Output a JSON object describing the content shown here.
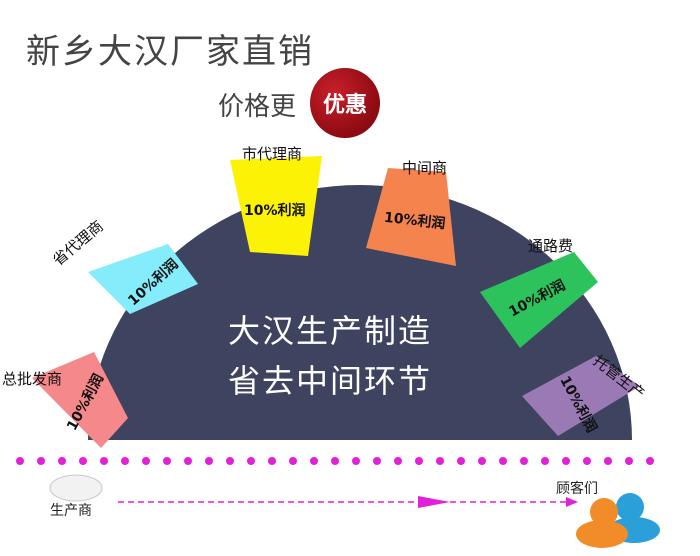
{
  "header": {
    "title": "新乡大汉厂家直销",
    "subtitle": "价格更",
    "badge": "优惠"
  },
  "center": {
    "line1": "大汉生产制造",
    "line2": "省去中间环节"
  },
  "cards": [
    {
      "label": "总批发商",
      "profit": "10%利润",
      "color": "#f4888a"
    },
    {
      "label": "省代理商",
      "profit": "10%利润",
      "color": "#84ecfa"
    },
    {
      "label": "市代理商",
      "profit": "10%利润",
      "color": "#fcf205"
    },
    {
      "label": "中间商",
      "profit": "10%利润",
      "color": "#f4834e"
    },
    {
      "label": "通路费",
      "profit": "10%利润",
      "color": "#2cc35d"
    },
    {
      "label": "托管生产",
      "profit": "10%利润",
      "color": "#9b79b5"
    }
  ],
  "flow": {
    "producer": "生产商",
    "customers": "顾客们"
  },
  "colors": {
    "dome": "#3e4360",
    "dots": "#e21fd9",
    "arrow": "#e21fd9"
  }
}
